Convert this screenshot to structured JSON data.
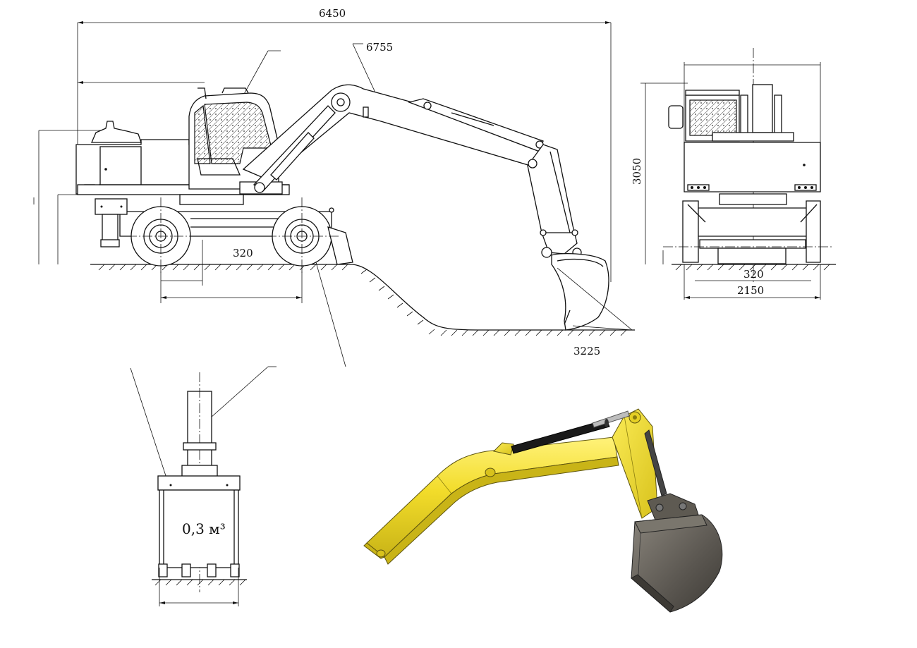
{
  "dimensions": {
    "overall_length": "6450",
    "reach": "6755",
    "height": "3050",
    "wheel_clearance_side": "320",
    "wheel_clearance_front": "320",
    "width": "2150",
    "dig_depth": "3225"
  },
  "bucket": {
    "capacity_label": "0,3 м³"
  },
  "colors": {
    "line": "#111111",
    "boom_yellow": "#f2dc2a",
    "boom_shadow": "#c9b417",
    "bucket_dark": "#5a5650",
    "cylinder": "#1a1a1a"
  }
}
